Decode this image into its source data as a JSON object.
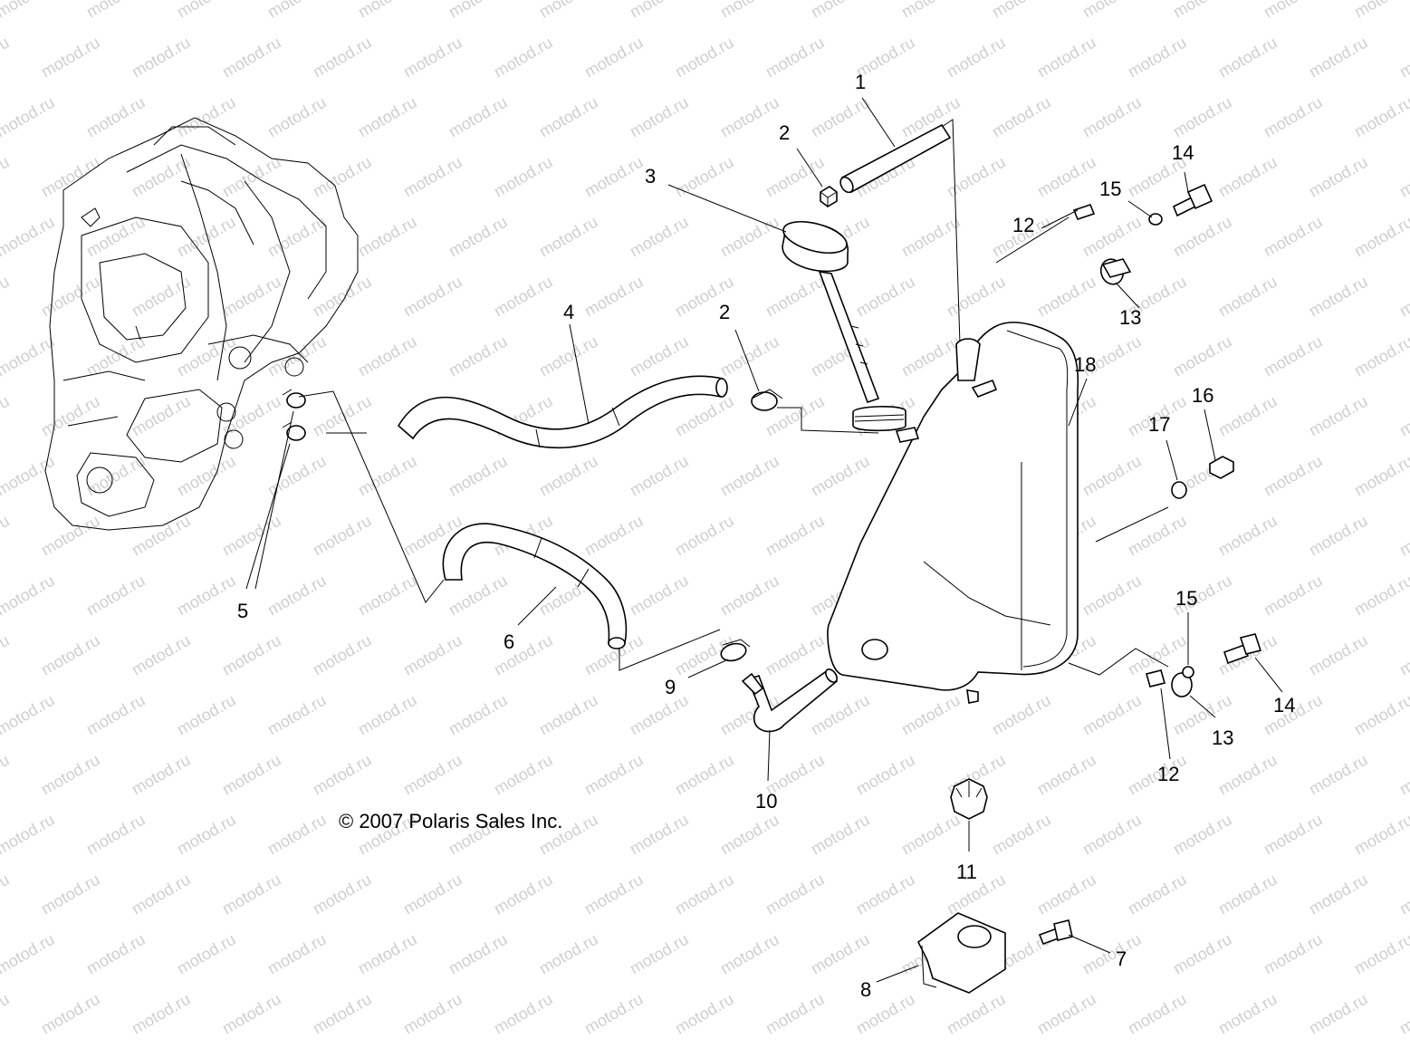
{
  "watermark": "motod.ru",
  "copyright": "© 2007 Polaris Sales Inc.",
  "callouts": [
    {
      "id": "c1",
      "text": "1"
    },
    {
      "id": "c2a",
      "text": "2"
    },
    {
      "id": "c2b",
      "text": "2"
    },
    {
      "id": "c3",
      "text": "3"
    },
    {
      "id": "c4",
      "text": "4"
    },
    {
      "id": "c5",
      "text": "5"
    },
    {
      "id": "c6",
      "text": "6"
    },
    {
      "id": "c7",
      "text": "7"
    },
    {
      "id": "c8",
      "text": "8"
    },
    {
      "id": "c9",
      "text": "9"
    },
    {
      "id": "c10",
      "text": "10"
    },
    {
      "id": "c11",
      "text": "11"
    },
    {
      "id": "c12a",
      "text": "12"
    },
    {
      "id": "c12b",
      "text": "12"
    },
    {
      "id": "c13a",
      "text": "13"
    },
    {
      "id": "c13b",
      "text": "13"
    },
    {
      "id": "c14a",
      "text": "14"
    },
    {
      "id": "c14b",
      "text": "14"
    },
    {
      "id": "c15a",
      "text": "15"
    },
    {
      "id": "c15b",
      "text": "15"
    },
    {
      "id": "c16",
      "text": "16"
    },
    {
      "id": "c17",
      "text": "17"
    },
    {
      "id": "c18",
      "text": "18"
    }
  ]
}
